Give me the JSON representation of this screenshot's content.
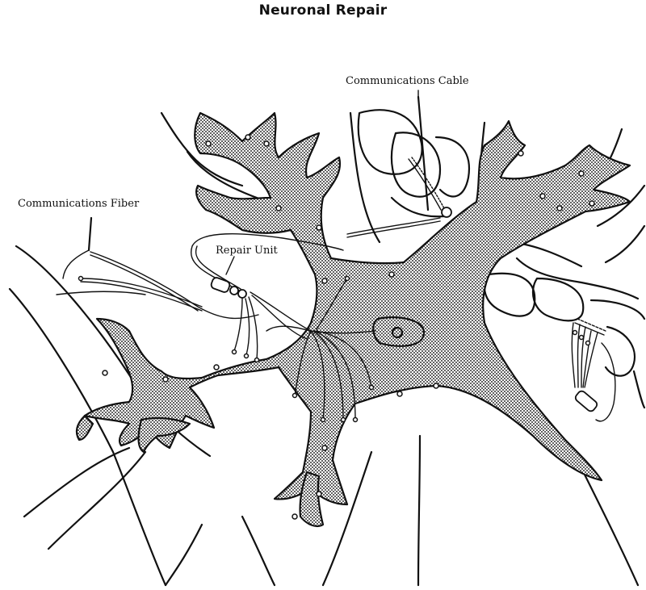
{
  "figure": {
    "title": "Neuronal Repair",
    "labels": {
      "communications_cable": "Communications Cable",
      "communications_fiber": "Communications Fiber",
      "repair_unit": "Repair Unit"
    },
    "style": {
      "ink_color": "#111111",
      "background_color": "#ffffff",
      "fill_pattern": "halftone-dots"
    }
  }
}
